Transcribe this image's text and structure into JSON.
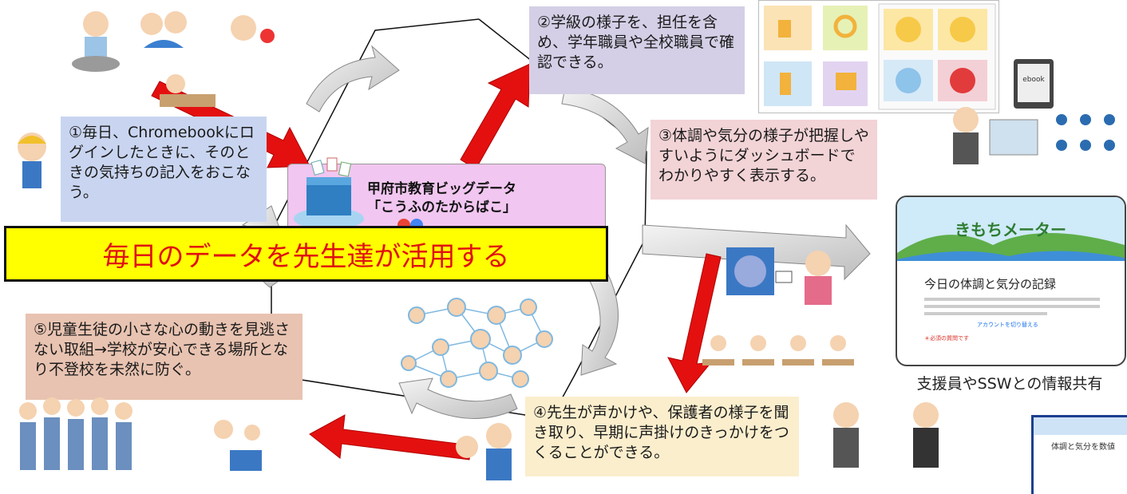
{
  "steps": {
    "step1": "①毎日、Chromebookにログインしたときに、そのときの気持ちの記入をおこなう。",
    "step2": "②学級の様子を、担任を含め、学年職員や全校職員で確認できる。",
    "step3": "③体調や気分の様子が把握しやすいようにダッシュボードでわかりやすく表示する。",
    "step4": "④先生が声かけや、保護者の様子を聞き取り、早期に声掛けのきっかけをつくることができる。",
    "step5": "⑤児童生徒の小さな心の動きを見逃さない取組→学校が安心できる場所となり不登校を未然に防ぐ。"
  },
  "center": {
    "title": "甲府市教育ビッグデータ",
    "subtitle": "「こうふのたからばこ」"
  },
  "banner": "毎日のデータを先生達が活用する",
  "form": {
    "app_name": "きもちメーター",
    "heading": "今日の体調と気分の記録",
    "account_link": "アカウントを切り替える",
    "required_note": "＊必須の質問です",
    "caption": "支援員やSSWとの情報共有"
  },
  "ebook_label": "ebook",
  "partial_panel_text": "体調と気分を数値",
  "colors": {
    "arrow_red": "#e41010",
    "banner_bg": "#ffff00",
    "banner_text": "#e01010"
  }
}
